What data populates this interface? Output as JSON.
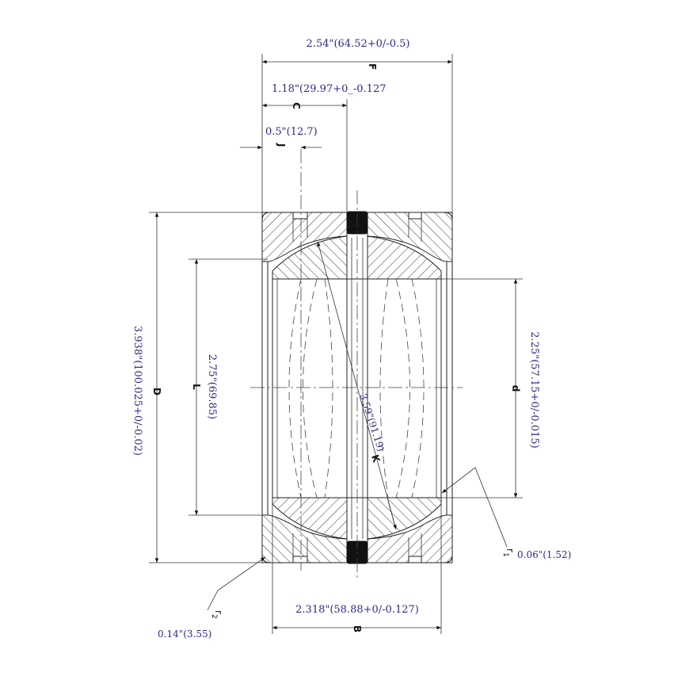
{
  "dimensions": {
    "F": {
      "symbol": "F",
      "value": "2.54\"(64.52+0/-0.5)"
    },
    "C": {
      "symbol": "C",
      "value": "1.18\"(29.97+0_-0.127"
    },
    "J": {
      "symbol": "J",
      "value": "0.5\"(12.7)"
    },
    "D": {
      "symbol": "D",
      "value": "3.938\"(100.025+0/-0.02)"
    },
    "L": {
      "symbol": "L",
      "value": "2.75\"(69.85)"
    },
    "d": {
      "symbol": "d",
      "value": "2.25\"(57.15+0/-0.015)"
    },
    "K": {
      "symbol": "K",
      "value": "3.59\"(91.19)"
    },
    "r1": {
      "symbol": "r",
      "sub": "1",
      "value": "0.06\"(1.52)"
    },
    "r2": {
      "symbol": "r",
      "sub": "2",
      "value": "0.14\"(3.55)"
    },
    "B": {
      "symbol": "B",
      "value": "2.318\"(58.88+0/-0.127)"
    }
  }
}
